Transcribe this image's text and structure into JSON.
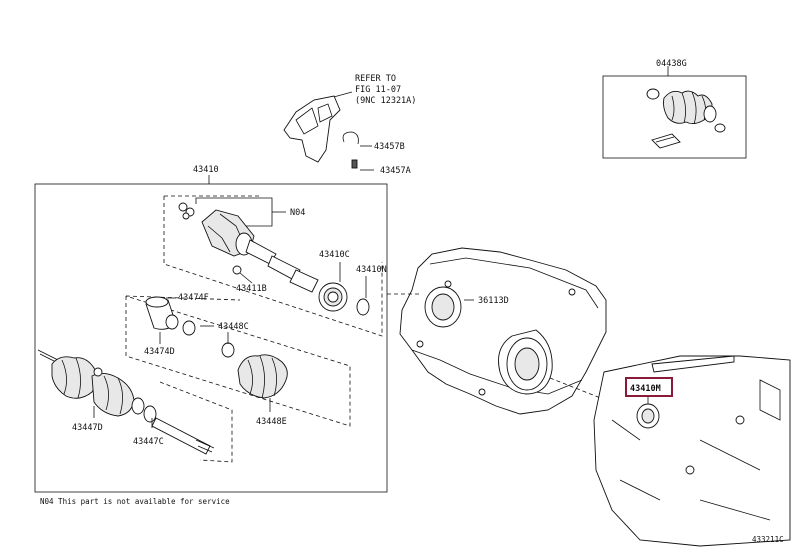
{
  "refer": {
    "line1": "REFER TO",
    "line2": "FIG 11-07",
    "line3": "(9NC 12321A)"
  },
  "labels": {
    "p04438G": "04438G",
    "p43457B": "43457B",
    "p43457A": "43457A",
    "p43410": "43410",
    "pN04": "N04",
    "p43410C": "43410C",
    "p43410N": "43410N",
    "p43411B": "43411B",
    "p43474F": "43474F",
    "p43474D": "43474D",
    "p43448C": "43448C",
    "p43448E": "43448E",
    "p43447D": "43447D",
    "p43447C": "43447C",
    "p36113D": "36113D",
    "p43410M": "43410M"
  },
  "footnote": "N04 This part is not available for service",
  "figure_code": "433211C",
  "highlight_color": "#8b1a3a"
}
